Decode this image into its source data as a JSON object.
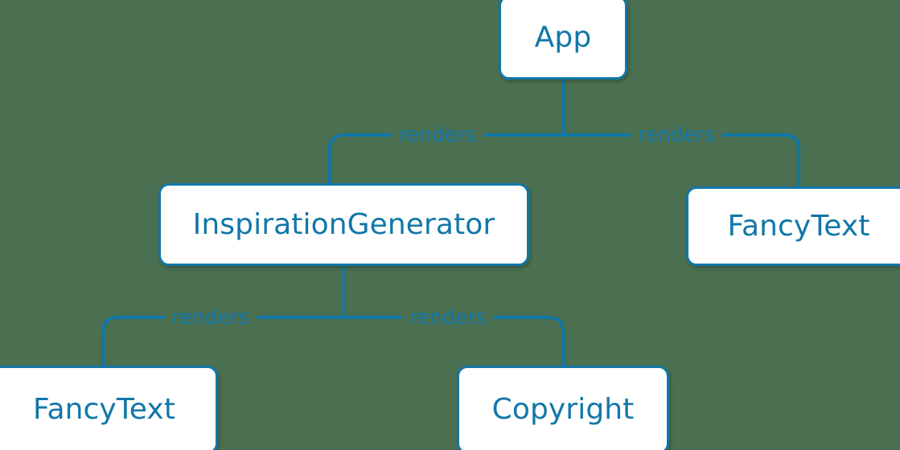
{
  "diagram": {
    "type": "component-tree",
    "background_color": "#4a7051",
    "accent_color": "#1177a8",
    "node_fill_color": "#ffffff",
    "nodes": [
      {
        "id": "app",
        "label": "App"
      },
      {
        "id": "inspirationgenerator",
        "label": "InspirationGenerator"
      },
      {
        "id": "fancytext_right",
        "label": "FancyText"
      },
      {
        "id": "fancytext_bottom",
        "label": "FancyText"
      },
      {
        "id": "copyright",
        "label": "Copyright"
      }
    ],
    "edges": [
      {
        "from": "app",
        "to": "inspirationgenerator",
        "label": "renders"
      },
      {
        "from": "app",
        "to": "fancytext_right",
        "label": "renders"
      },
      {
        "from": "inspirationgenerator",
        "to": "fancytext_bottom",
        "label": "renders"
      },
      {
        "from": "inspirationgenerator",
        "to": "copyright",
        "label": "renders"
      }
    ]
  }
}
